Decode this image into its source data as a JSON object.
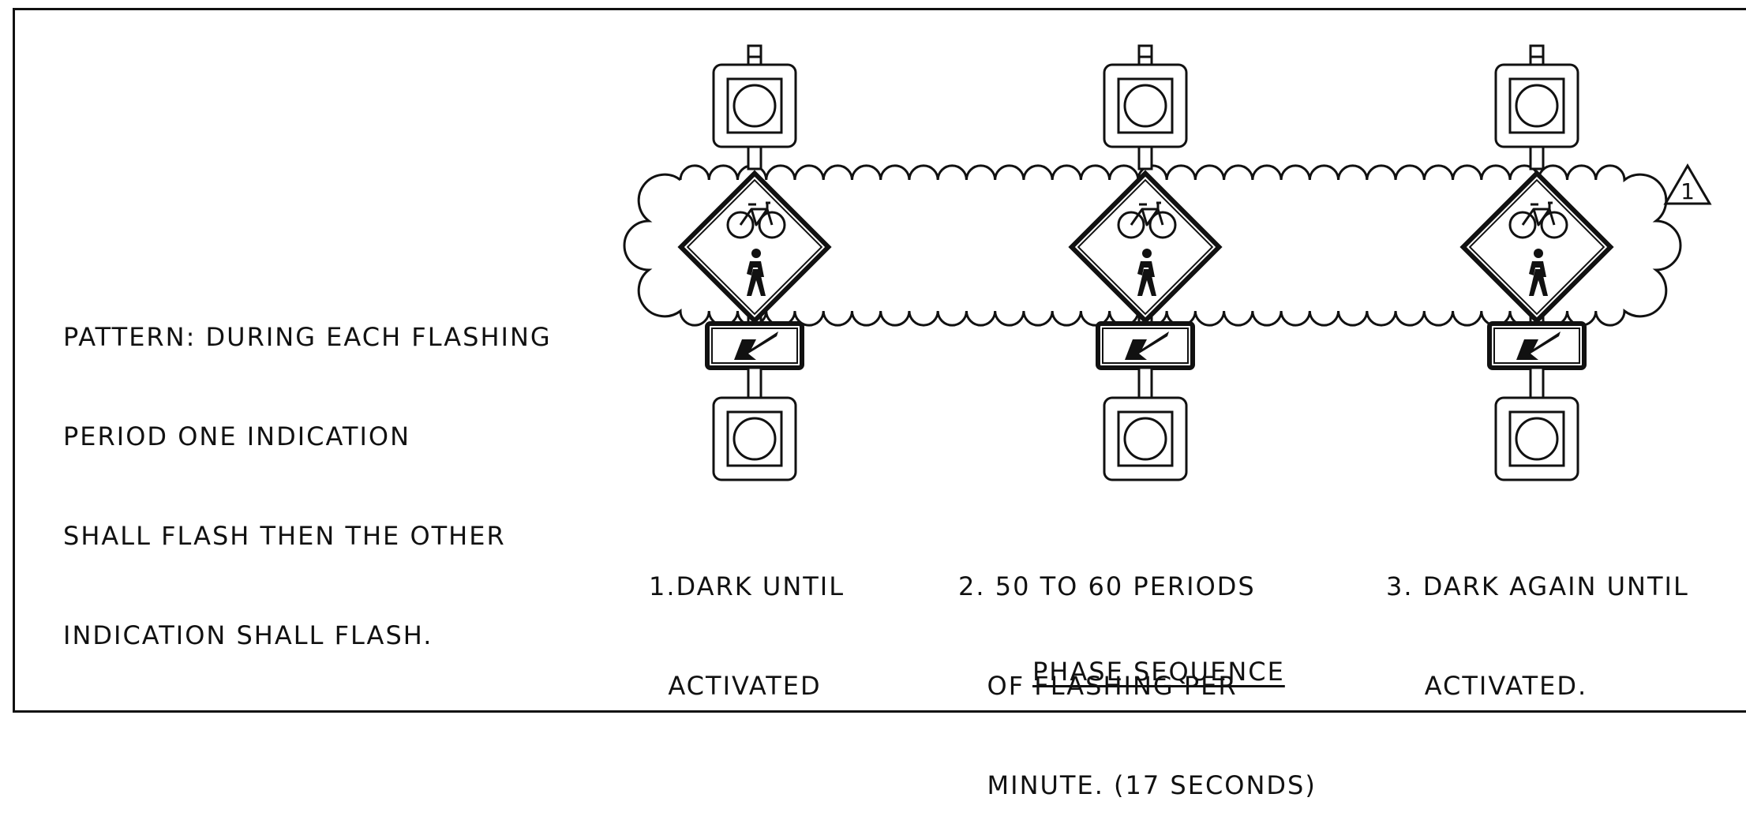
{
  "note": {
    "lines": [
      "PATTERN: DURING EACH FLASHING",
      "PERIOD ONE INDICATION",
      "SHALL FLASH THEN THE OTHER",
      "INDICATION SHALL FLASH."
    ]
  },
  "phases": [
    {
      "caption_lines": [
        "1.DARK UNTIL",
        "  ACTIVATED"
      ]
    },
    {
      "caption_lines": [
        "2. 50 TO 60 PERIODS",
        "   OF FLASHING PER",
        "   MINUTE. (17 SECONDS)"
      ]
    },
    {
      "caption_lines": [
        "3. DARK AGAIN UNTIL",
        "    ACTIVATED."
      ]
    }
  ],
  "title": "PHASE SEQUENCE",
  "revision": {
    "number": "1"
  },
  "icons": {
    "signal": "beacon-icon",
    "sign": "bicycle-pedestrian-warning-sign-icon",
    "plaque": "diagonal-arrow-icon",
    "cloud": "revision-cloud-icon"
  },
  "colors": {
    "ink": "#111111",
    "background": "#ffffff"
  }
}
